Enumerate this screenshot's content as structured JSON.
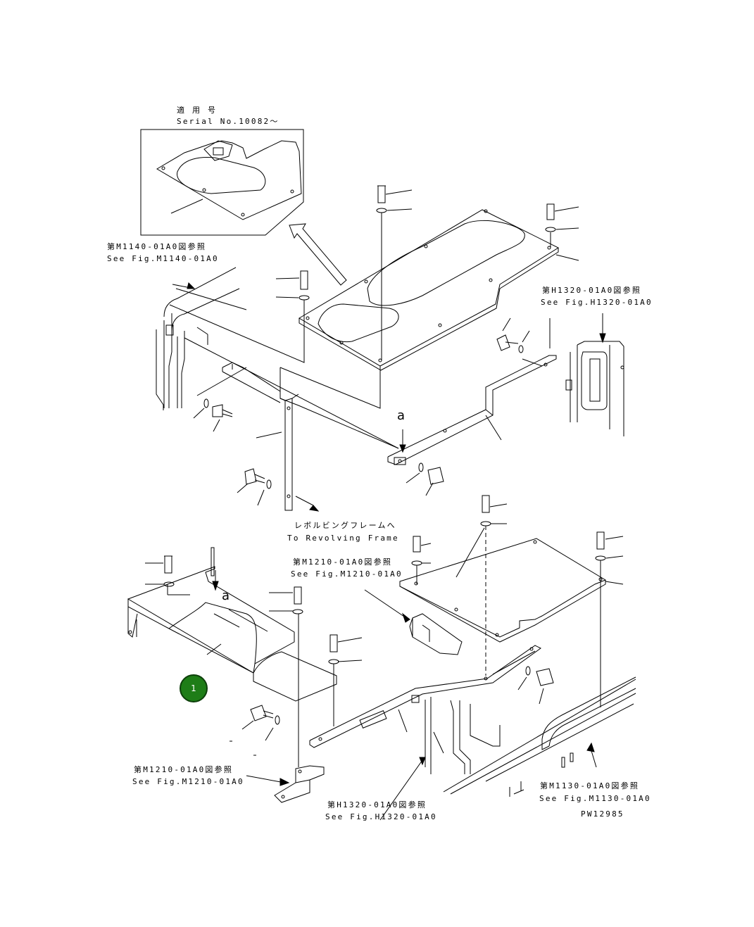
{
  "labels": {
    "serial_jp": "適 用 号",
    "serial_en": "Serial No.10082～",
    "m1140_jp": "第M1140-01A0図参照",
    "m1140_en": "See Fig.M1140-01A0",
    "h1320_top_jp": "第H1320-01A0図参照",
    "h1320_top_en": "See Fig.H1320-01A0",
    "revolving_jp": "レボルビングフレームへ",
    "revolving_en": "To Revolving Frame",
    "m1210_mid_jp": "第M1210-01A0図参照",
    "m1210_mid_en": "See Fig.M1210-01A0",
    "m1210_bot_jp": "第M1210-01A0図参照",
    "m1210_bot_en": "See Fig.M1210-01A0",
    "h1320_bot_jp": "第H1320-01A0図参照",
    "h1320_bot_en": "See Fig.H1320-01A0",
    "m1130_jp": "第M1130-01A0図参照",
    "m1130_en": "See Fig.M1130-01A0",
    "drawing_no": "PW12985",
    "view_a_top": "a",
    "view_a_bottom": "a"
  },
  "callouts": [
    {
      "number": "1",
      "color": "#1e7d17"
    }
  ]
}
